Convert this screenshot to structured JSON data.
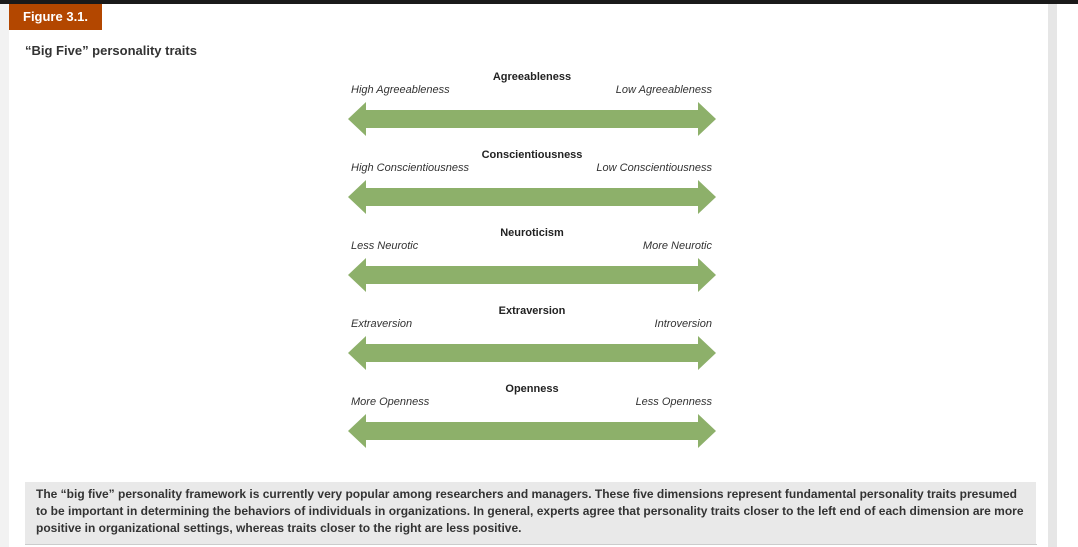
{
  "figure": {
    "badge": "Figure 3.1.",
    "title": "“Big Five” personality traits"
  },
  "dimensions": [
    {
      "title": "Agreeableness",
      "left": "High Agreeableness",
      "right": "Low Agreeableness"
    },
    {
      "title": "Conscientiousness",
      "left": "High Conscientiousness",
      "right": "Low Conscientiousness"
    },
    {
      "title": "Neuroticism",
      "left": "Less Neurotic",
      "right": "More Neurotic"
    },
    {
      "title": "Extraversion",
      "left": "Extraversion",
      "right": "Introversion"
    },
    {
      "title": "Openness",
      "left": "More Openness",
      "right": "Less Openness"
    }
  ],
  "arrow_color": "#8db06a",
  "badge_color": "#b34700",
  "description": "The “big five” personality framework is currently very popular among researchers and managers. These five dimensions represent fundamental personality traits presumed to be important in determining the behaviors of individuals in organizations. In general, experts agree that personality traits closer to the left end of each dimension are more positive in organizational settings, whereas traits closer to the right are less positive."
}
